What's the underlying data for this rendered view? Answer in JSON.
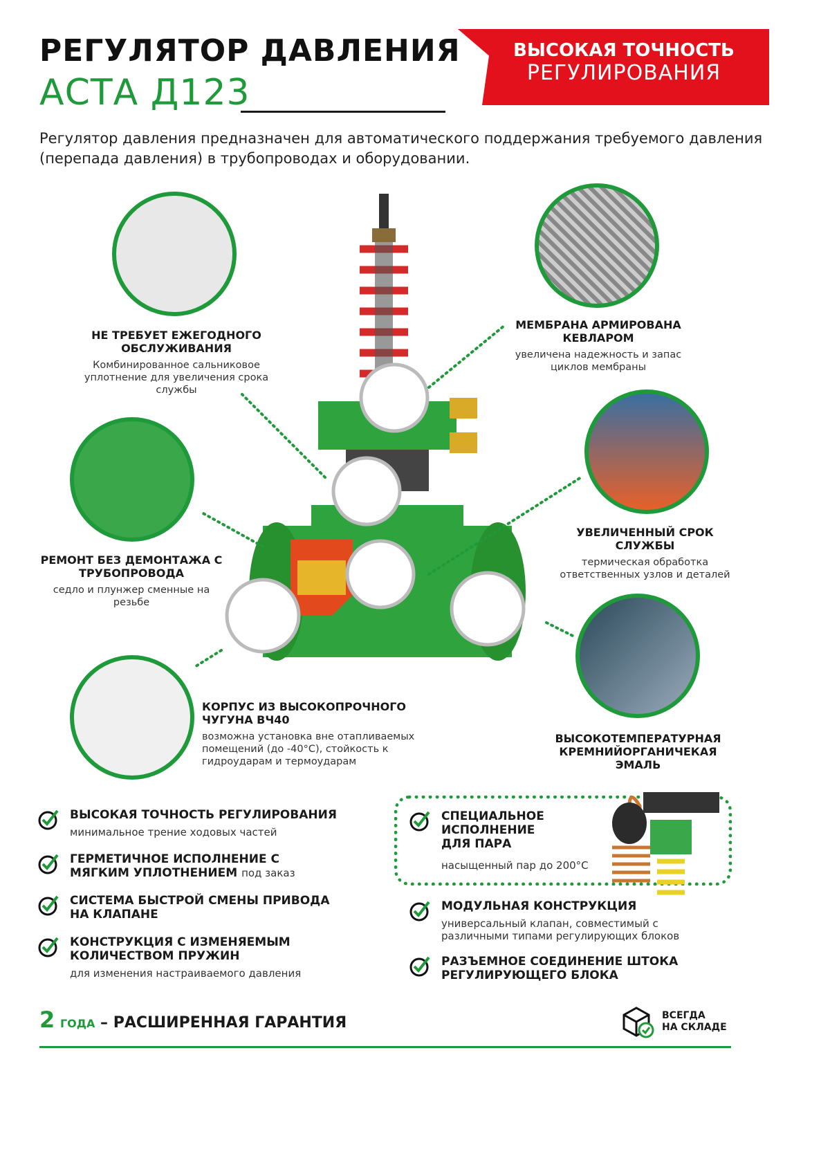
{
  "header": {
    "title": "РЕГУЛЯТОР ДАВЛЕНИЯ",
    "model": "АСТА Д123",
    "banner_line1": "ВЫСОКАЯ ТОЧНОСТЬ",
    "banner_line2": "РЕГУЛИРОВАНИЯ"
  },
  "intro": "Регулятор давления предназначен для автоматического поддержания требуемого давления (перепада давления) в трубопроводах и оборудовании.",
  "features": [
    {
      "title": "НЕ ТРЕБУЕТ ЕЖЕГОДНОГО ОБСЛУЖИВАНИЯ",
      "desc": "Комбинированное сальниковое уплотнение для увеличения срока службы"
    },
    {
      "title": "РЕМОНТ БЕЗ ДЕМОНТАЖА С ТРУБОПРОВОДА",
      "desc": "седло и плунжер сменные на резьбе"
    },
    {
      "title": "КОРПУС ИЗ ВЫСОКОПРОЧНОГО ЧУГУНА ВЧ40",
      "desc": "возможна установка вне отапливаемых помещений (до -40°C), стойкость к гидроударам и термоударам"
    },
    {
      "title": "МЕМБРАНА АРМИРОВАНА КЕВЛАРОМ",
      "desc": "увеличена надежность и запас циклов мембраны"
    },
    {
      "title": "УВЕЛИЧЕННЫЙ СРОК СЛУЖБЫ",
      "desc": "термическая обработка ответственных узлов и деталей"
    },
    {
      "title": "ВЫСОКОТЕМПЕРАТУРНАЯ КРЕМНИЙОРГАНИЧЕКАЯ ЭМАЛЬ",
      "desc": ""
    }
  ],
  "checklist_left": [
    {
      "title": "ВЫСОКАЯ ТОЧНОСТЬ РЕГУЛИРОВАНИЯ",
      "desc": "минимальное трение ходовых частей",
      "suffix": ""
    },
    {
      "title": "ГЕРМЕТИЧНОЕ ИСПОЛНЕНИЕ С МЯГКИМ УПЛОТНЕНИЕМ",
      "desc": "",
      "suffix": "под заказ"
    },
    {
      "title": "СИСТЕМА БЫСТРОЙ СМЕНЫ ПРИВОДА НА КЛАПАНЕ",
      "desc": "",
      "suffix": ""
    },
    {
      "title": "КОНСТРУКЦИЯ С ИЗМЕНЯЕМЫМ КОЛИЧЕСТВОМ ПРУЖИН",
      "desc": "для изменения настраиваемого давления",
      "suffix": ""
    }
  ],
  "checklist_right": [
    {
      "title": "СПЕЦИАЛЬНОЕ ИСПОЛНЕНИЕ ДЛЯ ПАРА",
      "desc": "насыщенный пар до 200°C"
    },
    {
      "title": "МОДУЛЬНАЯ КОНСТРУКЦИЯ",
      "desc": "универсальный клапан, совместимый с различными типами регулирующих блоков"
    },
    {
      "title": "РАЗЪЕМНОЕ СОЕДИНЕНИЕ ШТОКА РЕГУЛИРУЮЩЕГО БЛОКА",
      "desc": ""
    }
  ],
  "footer": {
    "warranty_num": "2",
    "warranty_unit": "ГОДА",
    "warranty_text": "– РАСШИРЕННАЯ ГАРАНТИЯ",
    "stock_line1": "ВСЕГДА",
    "stock_line2": "НА СКЛАДЕ"
  },
  "colors": {
    "green": "#1f9a3a",
    "red": "#e3111b"
  }
}
